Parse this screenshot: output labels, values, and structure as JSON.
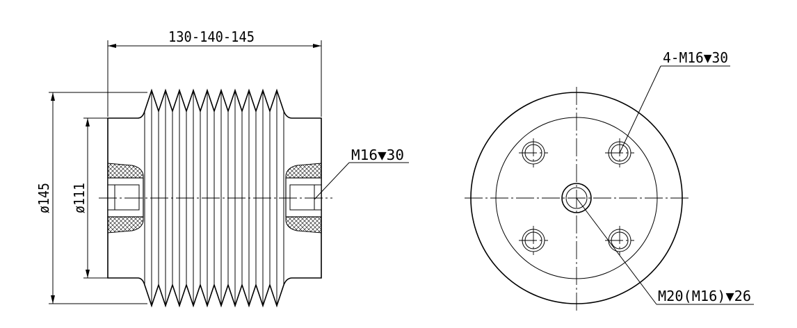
{
  "side_view": {
    "length_dim": "130-140-145",
    "outer_diameter_dim": "ø145",
    "inner_diameter_dim": "ø111",
    "insert_thread_callout": "M16▼30"
  },
  "end_view": {
    "bolt_circle_callout": "4-M16▼30",
    "center_thread_callout": "M20(M16)▼26"
  },
  "colors": {
    "line": "#000000",
    "background": "#ffffff"
  }
}
